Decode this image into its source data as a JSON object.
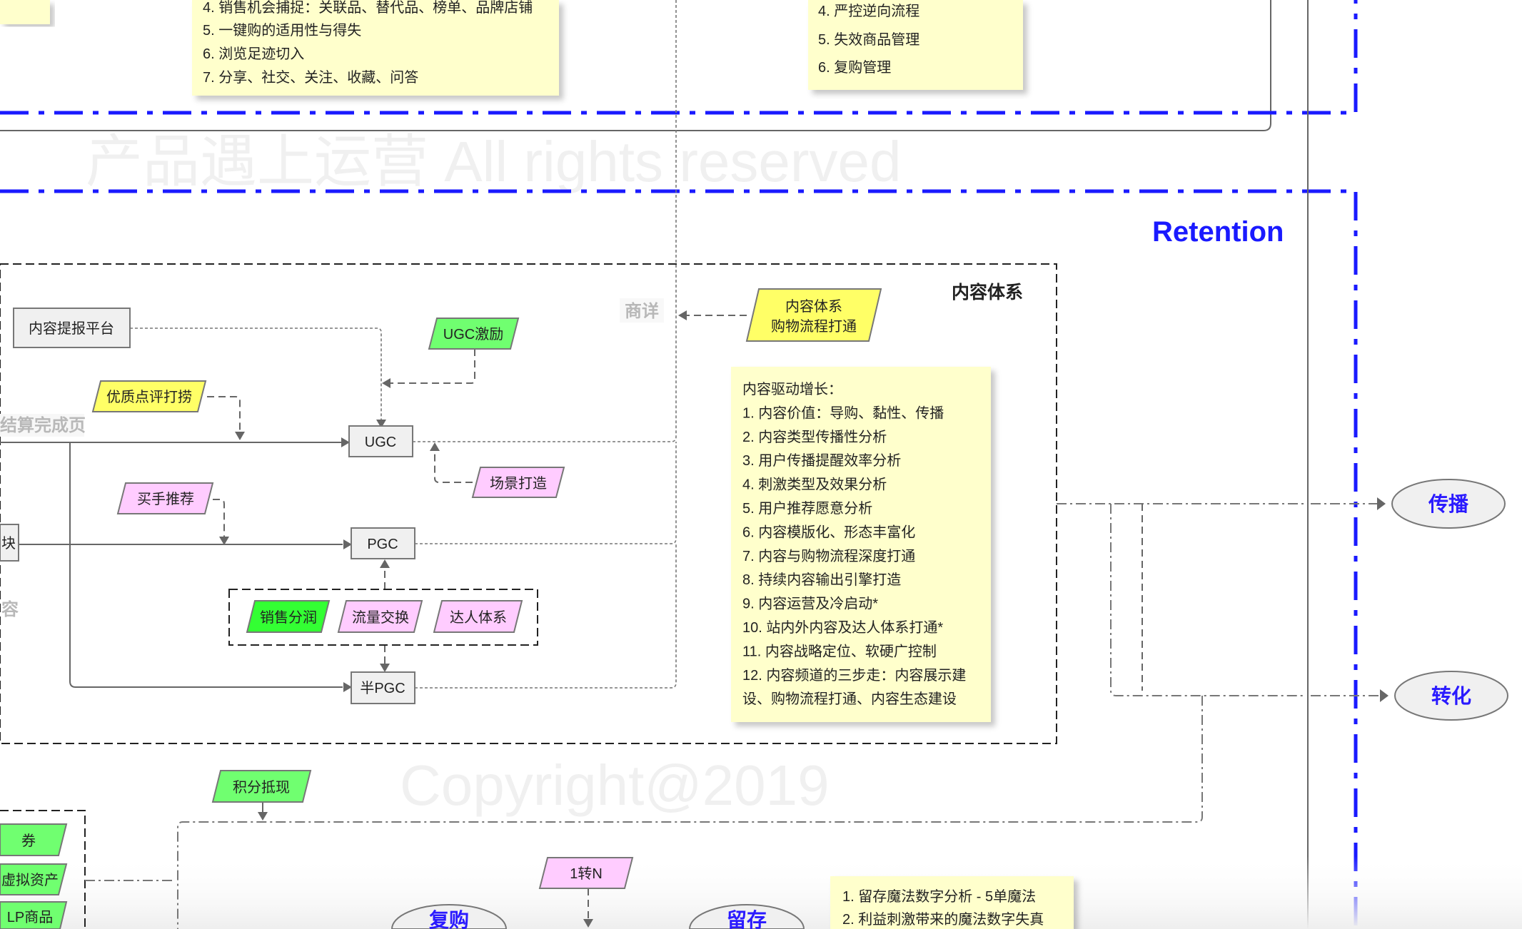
{
  "watermark": {
    "line1": "Copyright@2019",
    "line2": "产品遇上运营 All rights reserved"
  },
  "top_left_note": {
    "lines": [
      "4. 销售机会捕捉：关联品、替代品、榜单、品牌店铺",
      "5. 一键购的适用性与得失",
      "6. 浏览足迹切入",
      "7. 分享、社交、关注、收藏、问答"
    ]
  },
  "top_right_note": {
    "lines": [
      "4. 严控逆向流程",
      "5. 失效商品管理",
      "6. 复购管理"
    ]
  },
  "section_title": "Retention",
  "content_system": {
    "title": "内容体系",
    "platform": "内容提报平台",
    "ugc_incentive": "UGC激励",
    "quality_review": "优质点评打捞",
    "checkout_page": "结算完成页",
    "ugc": "UGC",
    "scene": "场景打造",
    "buyer_recommend": "买手推荐",
    "left_box_partial": "块",
    "pgc": "PGC",
    "left_text_partial": "容",
    "sales_share": "销售分润",
    "traffic_exchange": "流量交换",
    "kol_system": "达人体系",
    "semi_pgc": "半PGC",
    "product_detail": "商详",
    "shopping_link_line1": "内容体系",
    "shopping_link_line2": "购物流程打通",
    "note_lines": [
      "内容驱动增长：",
      "1. 内容价值：导购、黏性、传播",
      "2. 内容类型传播性分析",
      "3. 用户传播提醒效率分析",
      "4. 刺激类型及效果分析",
      "5. 用户推荐愿意分析",
      "6. 内容模版化、形态丰富化",
      "7. 内容与购物流程深度打通",
      "8. 持续内容输出引擎打造",
      "9. 内容运营及冷启动*",
      "10. 站内外内容及达人体系打通*",
      "11. 内容战略定位、软硬广控制",
      "12. 内容频道的三步走：内容展示建",
      "设、购物流程打通、内容生态建设"
    ]
  },
  "outcomes": {
    "spread": "传播",
    "convert": "转化"
  },
  "bottom": {
    "points_cash": "积分抵现",
    "coupon": "券",
    "virtual_assets": "虚拟资产",
    "lp_goods": "LP商品",
    "one_to_n": "1转N",
    "repurchase": "复购",
    "retain": "留存",
    "note_lines": [
      "1. 留存魔法数字分析 - 5单魔法",
      "2. 利益刺激带来的魔法数字失真"
    ]
  },
  "colors": {
    "blue": "#1a1aff",
    "green": "#70ff70",
    "pink": "#ffccff",
    "yellow": "#ffff66",
    "note": "#ffffcc"
  }
}
